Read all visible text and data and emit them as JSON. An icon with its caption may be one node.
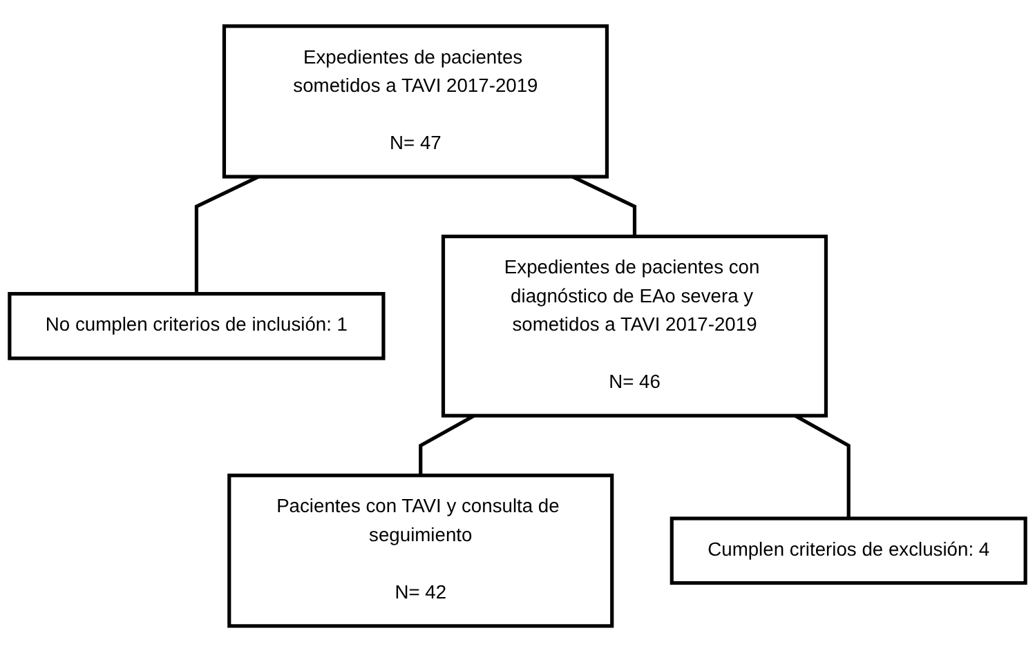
{
  "diagram": {
    "nodes": [
      {
        "text": [
          "Expedientes de pacientes sometidos a TAVI 2017-2019",
          "N= 47"
        ]
      },
      {
        "text": [
          "No cumplen criterios de inclusión: 1"
        ]
      },
      {
        "text": [
          "Expedientes de pacientes con diagnóstico de EAo severa y sometidos a TAVI 2017-2019",
          "N= 46"
        ]
      },
      {
        "text": [
          "Cumplen criterios de exclusión: 4"
        ]
      },
      {
        "text": [
          "Pacientes con TAVI y consulta de seguimiento",
          "N= 42"
        ]
      }
    ],
    "edges": [
      {
        "from": 0,
        "to": 2,
        "arrow": "none"
      },
      {
        "from": 0,
        "to": 1,
        "arrow": "none"
      },
      {
        "from": 2,
        "to": 4,
        "arrow": "none"
      },
      {
        "from": 2,
        "to": 3,
        "arrow": "none"
      }
    ]
  }
}
